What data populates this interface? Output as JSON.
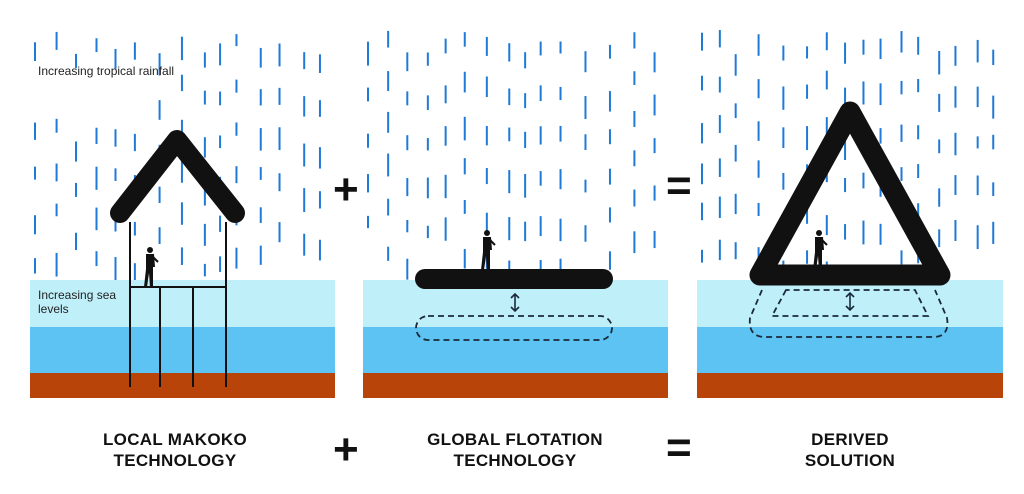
{
  "annotations": {
    "rainfall": "Increasing tropical rainfall",
    "sea_levels": "Increasing sea levels"
  },
  "columns": [
    {
      "label_line1": "LOCAL MAKOKO",
      "label_line2": "TECHNOLOGY",
      "icon": "stilt-house"
    },
    {
      "label_line1": "GLOBAL FLOTATION",
      "label_line2": "TECHNOLOGY",
      "icon": "floating-platform"
    },
    {
      "label_line1": "DERIVED",
      "label_line2": "SOLUTION",
      "icon": "floating-triangle-house"
    }
  ],
  "operators": {
    "plus": "+",
    "equals": "="
  },
  "colors": {
    "rain": "#1f7ad6",
    "shallow_water": "#bff0fa",
    "deep_water": "#5cc3f2",
    "ground": "#b8440a",
    "structure": "#111111"
  }
}
